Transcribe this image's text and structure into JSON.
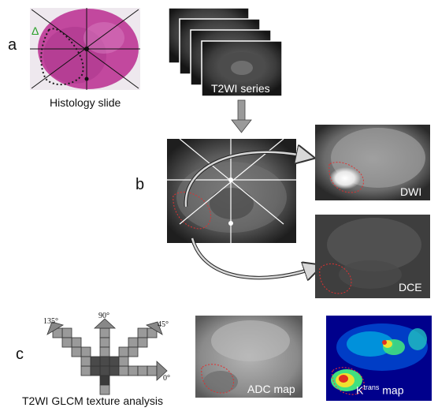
{
  "panels": {
    "a": "a",
    "b": "b",
    "c": "c"
  },
  "captions": {
    "histology": "Histology slide",
    "t2wi_series": "T2WI  series",
    "dwi": "DWI",
    "dce": "DCE",
    "adc": "ADC map",
    "ktrans_base": "K",
    "ktrans_sup": "trans",
    "ktrans_suffix": " map",
    "glcm": "T2WI  GLCM texture  analysis"
  },
  "glcm_angles": {
    "a135": "135°",
    "a90": "90°",
    "a45": "45°",
    "a0": "0°"
  },
  "colors": {
    "tissue": "#c2489e",
    "lesion_outline": "#e03030",
    "mri_gray": "#6a6a6a"
  }
}
